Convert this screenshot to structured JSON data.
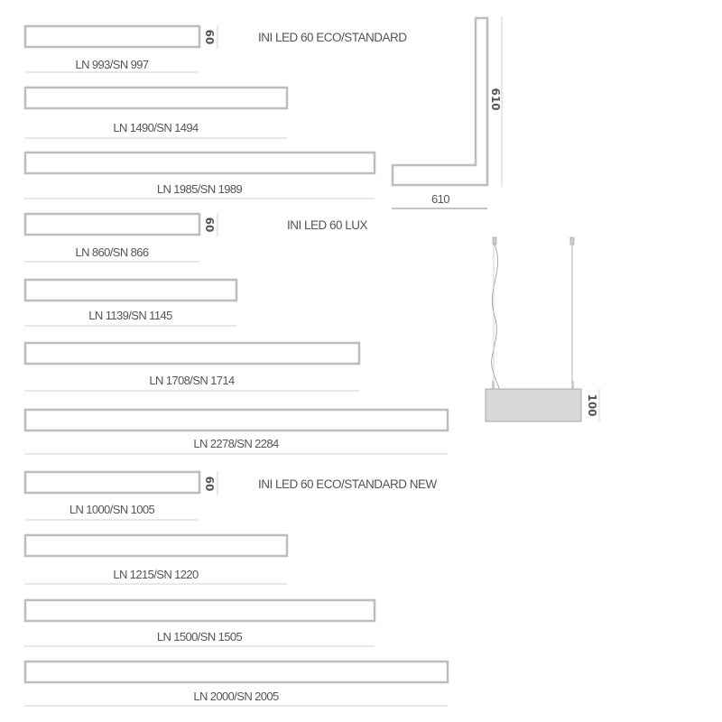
{
  "headings": {
    "eco_standard": "INI LED 60 ECO/STANDARD",
    "lux": "INI LED 60 LUX",
    "eco_standard_new": "INI LED 60 ECO/STANDARD NEW"
  },
  "profile_height": "60",
  "rows": [
    {
      "label": "LN 993/SN 997",
      "length_mm": 993
    },
    {
      "label": "LN 1490/SN 1494",
      "length_mm": 1490
    },
    {
      "label": "LN 1985/SN 1989",
      "length_mm": 1985
    },
    {
      "label": "LN 860/SN 866",
      "length_mm": 860
    },
    {
      "label": "LN 1139/SN 1145",
      "length_mm": 1139
    },
    {
      "label": "LN 1708/SN 1714",
      "length_mm": 1708
    },
    {
      "label": "LN 2278/SN 2284",
      "length_mm": 2278
    },
    {
      "label": "LN 1000/SN 1005",
      "length_mm": 1000
    },
    {
      "label": "LN 1215/SN 1220",
      "length_mm": 1215
    },
    {
      "label": "LN 1500/SN 1505",
      "length_mm": 1500
    },
    {
      "label": "LN 2000/SN 2005",
      "length_mm": 2000
    }
  ],
  "corner": {
    "vertical_dim": "610",
    "horizontal_dim": "610"
  },
  "pendant": {
    "height_dim": "100"
  }
}
